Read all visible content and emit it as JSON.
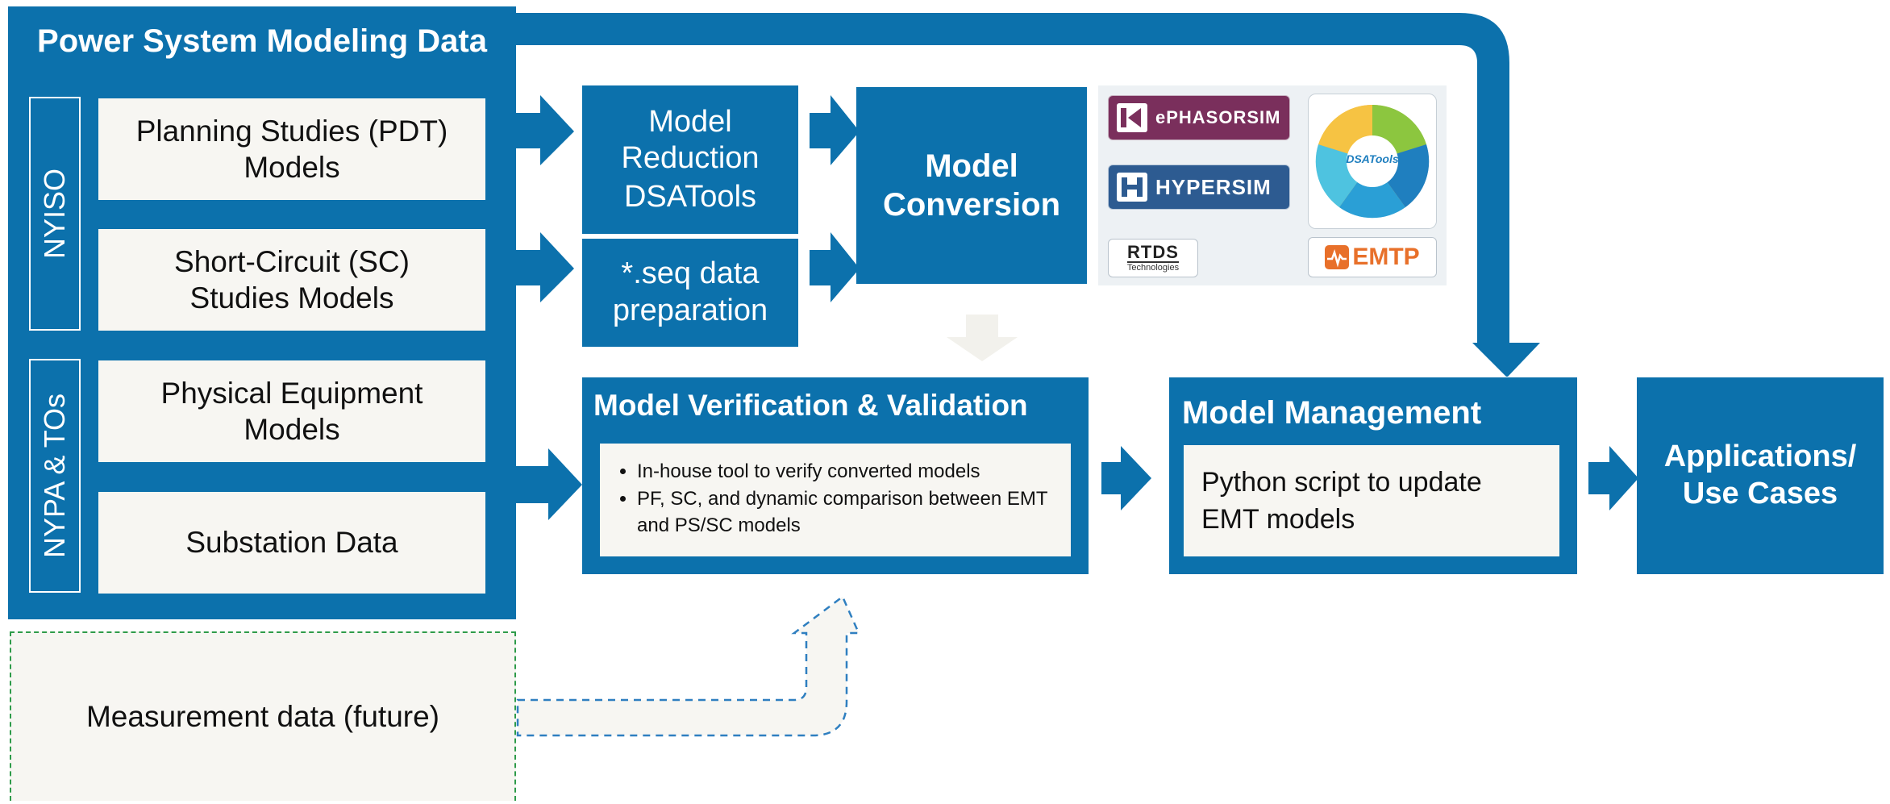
{
  "source": {
    "title": "Power System Modeling Data",
    "groups": [
      {
        "label": "NYISO"
      },
      {
        "label": "NYPA & TOs"
      }
    ],
    "items": [
      {
        "label": "Planning Studies (PDT) Models"
      },
      {
        "label": "Short-Circuit (SC) Studies Models"
      },
      {
        "label": "Physical Equipment Models"
      },
      {
        "label": "Substation Data"
      }
    ]
  },
  "reduction": {
    "line1": "Model Reduction",
    "line2": "DSATools"
  },
  "seq_prep": {
    "label": "*.seq data preparation"
  },
  "conversion": {
    "label": "Model Conversion"
  },
  "tools": {
    "ephasorsim": "ePHASORSIM",
    "hypersim": "HYPERSIM",
    "rtds": "RTDS",
    "rtds_sub": "Technologies",
    "emtp": "EMTP",
    "dsatools": "DSATools"
  },
  "verification": {
    "title": "Model Verification & Validation",
    "bullets": [
      "In-house tool to verify converted models",
      "PF, SC, and dynamic comparison between EMT and PS/SC models"
    ]
  },
  "management": {
    "title": "Model Management",
    "body": "Python script to update EMT models"
  },
  "applications": {
    "label": "Applications/ Use Cases"
  },
  "measurement": {
    "label": "Measurement data (future)"
  },
  "colors": {
    "primary": "#0c71ac",
    "box": "#f7f6f2",
    "dashed_green": "#2e9b4a",
    "dashed_blue": "#2f7fc0"
  }
}
